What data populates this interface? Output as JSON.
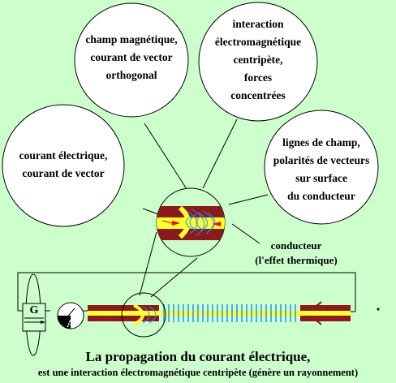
{
  "bubbles": {
    "magnetic": {
      "lines": [
        "champ magnétique,",
        "courant de vector",
        "orthogonal"
      ]
    },
    "interaction": {
      "lines": [
        "interaction",
        "électromagnétique",
        "centripète,",
        "forces",
        "concentrées"
      ]
    },
    "current": {
      "lines": [
        "courant électrique,",
        "courant de vector"
      ]
    },
    "field_lines": {
      "lines": [
        "lignes de champ,",
        "polarités de vecteurs",
        "sur surface",
        "du conducteur"
      ]
    }
  },
  "conductor_label": {
    "lines": [
      "conducteur",
      "(l'effet thermique)"
    ]
  },
  "generator_label": "G",
  "ammeter_label": "A",
  "caption": {
    "title": "La propagation du courant électrique,",
    "subtitle": "est une interaction électromagnétique centripète (génère un rayonnement)"
  },
  "colors": {
    "background": "#ccffcc",
    "insulation": "#8b1a1a",
    "conductor": "#ffff33",
    "field": "#1e90ff",
    "current_arrow": "#ff0000"
  }
}
